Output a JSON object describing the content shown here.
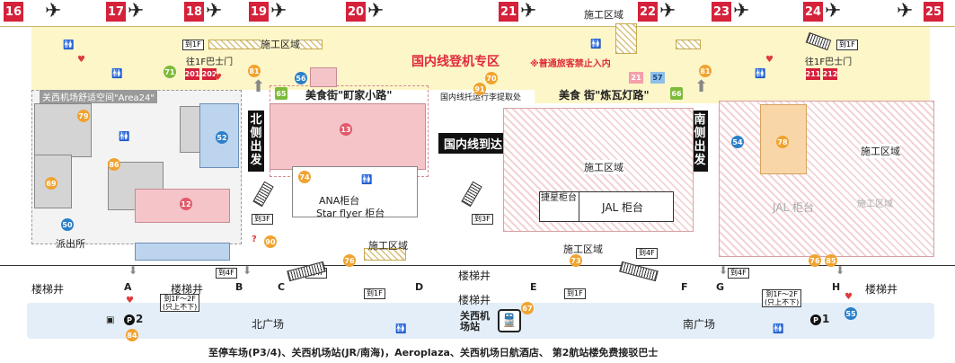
{
  "gates": [
    "16",
    "17",
    "18",
    "19",
    "20",
    "21",
    "22",
    "23",
    "24",
    "25"
  ],
  "labels": {
    "construction": "施工区域",
    "domestic_zone": "国内线登机专区",
    "no_regular": "※普通旅客禁止入内",
    "bus_west": "往1F巴士门",
    "bus_east": "往1F巴士门",
    "bus_gate_201": "201",
    "bus_gate_202": "202",
    "bus_gate_211": "211",
    "bus_gate_212": "212",
    "area24": "关西机场舒适空间\"Area24\"",
    "food_west": "美食街\"町家小路\"",
    "food_east": "美食 街\"炼瓦灯路\"",
    "baggage": "国内线托运行李提取处",
    "domestic_arrival": "国内线到达",
    "north_exit": "北侧出发",
    "south_exit": "南侧出发",
    "ana": "ANA柜台",
    "starflyer": "Star flyer 柜台",
    "jetstar": "捷星柜台",
    "jal_counter": "JAL 柜台",
    "jal_counter_faint": "JAL 柜台",
    "police": "派出所",
    "stairwell": "楼梯井",
    "north_plaza": "北广场",
    "south_plaza": "南广场",
    "station": "关西机场站",
    "floor_1f": "到1F",
    "floor_3f": "到3F",
    "floor_4f": "到4F",
    "floor_1f_2f": "到1F～2F",
    "up_down_only": "(只上不下)",
    "parking_p2": "2",
    "parking_p1": "1",
    "footer": "至停车场(P3/4)、关西机场站(JR/南海)，Aeroplaza、关西机场日航酒店、 第2航站楼免费接驳巴士"
  },
  "doors": [
    "A",
    "B",
    "C",
    "D",
    "E",
    "F",
    "G",
    "H"
  ],
  "badges": {
    "b81a": "81",
    "b56": "56",
    "b65": "65",
    "b71": "71",
    "b79": "79",
    "b52": "52",
    "b13": "13",
    "b86": "86",
    "b69": "69",
    "b12": "12",
    "b74": "74",
    "b50": "50",
    "b90": "90",
    "b76a": "76",
    "b84": "84",
    "b70": "70",
    "b91": "91",
    "b21": "21",
    "b57": "57",
    "b81b": "81",
    "b66": "66",
    "b54": "54",
    "b78": "78",
    "b73": "73",
    "b67": "67",
    "b76b": "76",
    "b85": "85",
    "b55": "55"
  },
  "colors": {
    "gate_red": "#d5213a",
    "zone_yellow": "#fdf6c8",
    "orange_badge": "#f0a330",
    "blue_badge": "#2a7fc9"
  }
}
